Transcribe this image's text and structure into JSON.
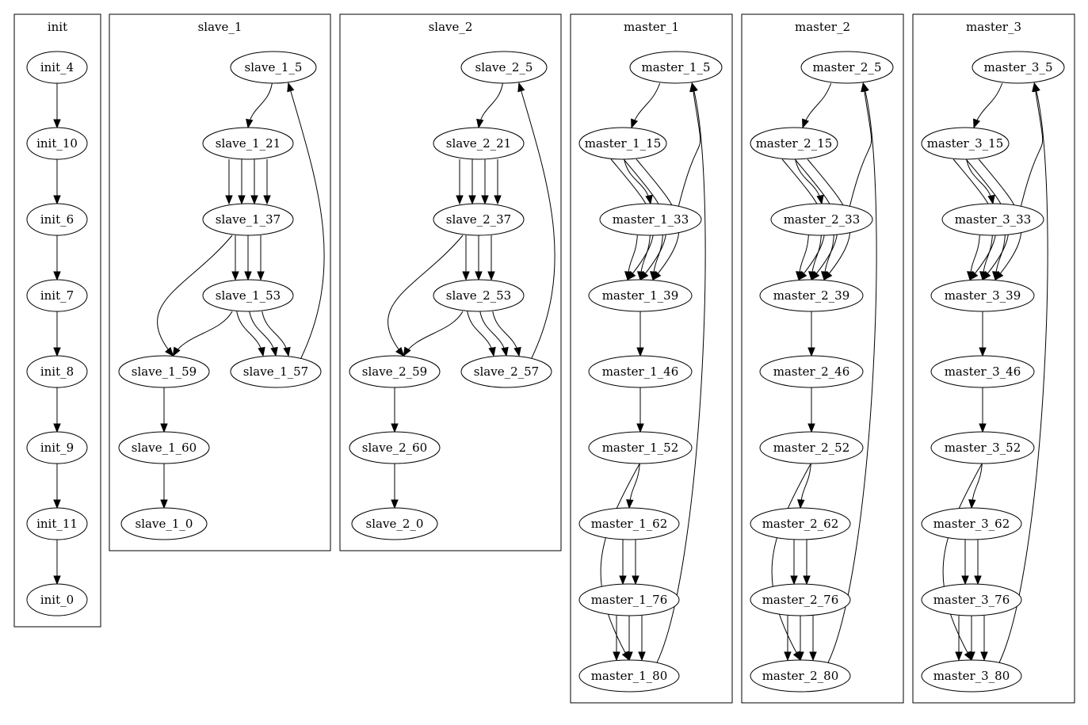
{
  "clusters": [
    {
      "id": "init",
      "label": "init"
    },
    {
      "id": "slave_1",
      "label": "slave_1"
    },
    {
      "id": "slave_2",
      "label": "slave_2"
    },
    {
      "id": "master_1",
      "label": "master_1"
    },
    {
      "id": "master_2",
      "label": "master_2"
    },
    {
      "id": "master_3",
      "label": "master_3"
    }
  ],
  "nodes": {
    "init_4": "init_4",
    "init_10": "init_10",
    "init_6": "init_6",
    "init_7": "init_7",
    "init_8": "init_8",
    "init_9": "init_9",
    "init_11": "init_11",
    "init_0": "init_0",
    "slave_1_5": "slave_1_5",
    "slave_1_21": "slave_1_21",
    "slave_1_37": "slave_1_37",
    "slave_1_53": "slave_1_53",
    "slave_1_59": "slave_1_59",
    "slave_1_57": "slave_1_57",
    "slave_1_60": "slave_1_60",
    "slave_1_0": "slave_1_0",
    "slave_2_5": "slave_2_5",
    "slave_2_21": "slave_2_21",
    "slave_2_37": "slave_2_37",
    "slave_2_53": "slave_2_53",
    "slave_2_59": "slave_2_59",
    "slave_2_57": "slave_2_57",
    "slave_2_60": "slave_2_60",
    "slave_2_0": "slave_2_0",
    "master_1_5": "master_1_5",
    "master_1_15": "master_1_15",
    "master_1_33": "master_1_33",
    "master_1_39": "master_1_39",
    "master_1_46": "master_1_46",
    "master_1_52": "master_1_52",
    "master_1_62": "master_1_62",
    "master_1_76": "master_1_76",
    "master_1_80": "master_1_80",
    "master_2_5": "master_2_5",
    "master_2_15": "master_2_15",
    "master_2_33": "master_2_33",
    "master_2_39": "master_2_39",
    "master_2_46": "master_2_46",
    "master_2_52": "master_2_52",
    "master_2_62": "master_2_62",
    "master_2_76": "master_2_76",
    "master_2_80": "master_2_80",
    "master_3_5": "master_3_5",
    "master_3_15": "master_3_15",
    "master_3_33": "master_3_33",
    "master_3_39": "master_3_39",
    "master_3_46": "master_3_46",
    "master_3_52": "master_3_52",
    "master_3_62": "master_3_62",
    "master_3_76": "master_3_76",
    "master_3_80": "master_3_80"
  },
  "edges": [
    [
      "init_4",
      "init_10",
      1
    ],
    [
      "init_10",
      "init_6",
      1
    ],
    [
      "init_6",
      "init_7",
      1
    ],
    [
      "init_7",
      "init_8",
      1
    ],
    [
      "init_8",
      "init_9",
      1
    ],
    [
      "init_9",
      "init_11",
      1
    ],
    [
      "init_11",
      "init_0",
      1
    ],
    [
      "slave_1_5",
      "slave_1_21",
      1
    ],
    [
      "slave_1_21",
      "slave_1_37",
      4
    ],
    [
      "slave_1_37",
      "slave_1_53",
      3
    ],
    [
      "slave_1_37",
      "slave_1_59",
      1
    ],
    [
      "slave_1_53",
      "slave_1_59",
      1
    ],
    [
      "slave_1_53",
      "slave_1_57",
      3
    ],
    [
      "slave_1_57",
      "slave_1_5",
      1
    ],
    [
      "slave_1_59",
      "slave_1_60",
      1
    ],
    [
      "slave_1_60",
      "slave_1_0",
      1
    ],
    [
      "slave_2_5",
      "slave_2_21",
      1
    ],
    [
      "slave_2_21",
      "slave_2_37",
      4
    ],
    [
      "slave_2_37",
      "slave_2_53",
      3
    ],
    [
      "slave_2_37",
      "slave_2_59",
      1
    ],
    [
      "slave_2_53",
      "slave_2_59",
      1
    ],
    [
      "slave_2_53",
      "slave_2_57",
      3
    ],
    [
      "slave_2_57",
      "slave_2_5",
      1
    ],
    [
      "slave_2_59",
      "slave_2_60",
      1
    ],
    [
      "slave_2_60",
      "slave_2_0",
      1
    ],
    [
      "master_1_5",
      "master_1_15",
      1
    ],
    [
      "master_1_15",
      "master_1_33",
      1
    ],
    [
      "master_1_15",
      "master_1_39",
      3
    ],
    [
      "master_1_33",
      "master_1_39",
      3
    ],
    [
      "master_1_33",
      "master_1_5",
      1
    ],
    [
      "master_1_39",
      "master_1_46",
      1
    ],
    [
      "master_1_46",
      "master_1_52",
      1
    ],
    [
      "master_1_52",
      "master_1_62",
      1
    ],
    [
      "master_1_52",
      "master_1_80",
      1
    ],
    [
      "master_1_62",
      "master_1_76",
      2
    ],
    [
      "master_1_76",
      "master_1_80",
      3
    ],
    [
      "master_1_80",
      "master_1_5",
      1
    ],
    [
      "master_2_5",
      "master_2_15",
      1
    ],
    [
      "master_2_15",
      "master_2_33",
      1
    ],
    [
      "master_2_15",
      "master_2_39",
      3
    ],
    [
      "master_2_33",
      "master_2_39",
      3
    ],
    [
      "master_2_33",
      "master_2_5",
      1
    ],
    [
      "master_2_39",
      "master_2_46",
      1
    ],
    [
      "master_2_46",
      "master_2_52",
      1
    ],
    [
      "master_2_52",
      "master_2_62",
      1
    ],
    [
      "master_2_52",
      "master_2_80",
      1
    ],
    [
      "master_2_62",
      "master_2_76",
      2
    ],
    [
      "master_2_76",
      "master_2_80",
      3
    ],
    [
      "master_2_80",
      "master_2_5",
      1
    ],
    [
      "master_3_5",
      "master_3_15",
      1
    ],
    [
      "master_3_15",
      "master_3_33",
      1
    ],
    [
      "master_3_15",
      "master_3_39",
      3
    ],
    [
      "master_3_33",
      "master_3_39",
      3
    ],
    [
      "master_3_33",
      "master_3_5",
      1
    ],
    [
      "master_3_39",
      "master_3_46",
      1
    ],
    [
      "master_3_46",
      "master_3_52",
      1
    ],
    [
      "master_3_52",
      "master_3_62",
      1
    ],
    [
      "master_3_52",
      "master_3_80",
      1
    ],
    [
      "master_3_62",
      "master_3_76",
      2
    ],
    [
      "master_3_76",
      "master_3_80",
      3
    ],
    [
      "master_3_80",
      "master_3_5",
      1
    ]
  ]
}
